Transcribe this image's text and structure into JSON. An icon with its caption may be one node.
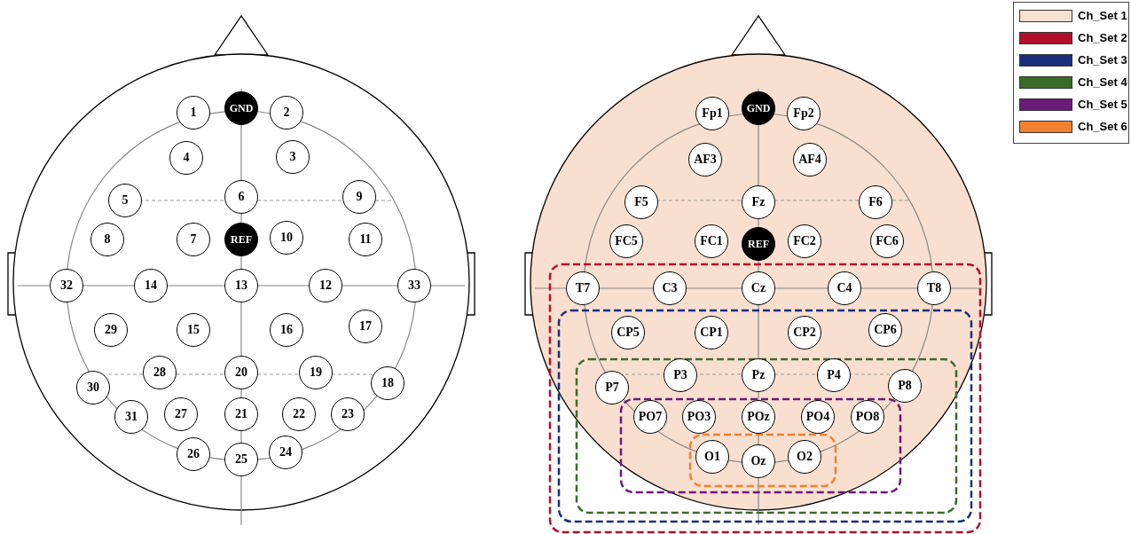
{
  "diagram": {
    "nodes": [
      {
        "text": [
          "1"
        ]
      },
      {
        "text": [
          "GND"
        ]
      },
      {
        "text": [
          "2"
        ]
      },
      {
        "text": [
          "4"
        ]
      },
      {
        "text": [
          "3"
        ]
      },
      {
        "text": [
          "5"
        ]
      },
      {
        "text": [
          "6"
        ]
      },
      {
        "text": [
          "9"
        ]
      },
      {
        "text": [
          "8"
        ]
      },
      {
        "text": [
          "7"
        ]
      },
      {
        "text": [
          "REF"
        ]
      },
      {
        "text": [
          "10"
        ]
      },
      {
        "text": [
          "11"
        ]
      },
      {
        "text": [
          "32"
        ]
      },
      {
        "text": [
          "14"
        ]
      },
      {
        "text": [
          "13"
        ]
      },
      {
        "text": [
          "12"
        ]
      },
      {
        "text": [
          "33"
        ]
      },
      {
        "text": [
          "29"
        ]
      },
      {
        "text": [
          "15"
        ]
      },
      {
        "text": [
          "16"
        ]
      },
      {
        "text": [
          "17"
        ]
      },
      {
        "text": [
          "28"
        ]
      },
      {
        "text": [
          "20"
        ]
      },
      {
        "text": [
          "19"
        ]
      },
      {
        "text": [
          "30"
        ]
      },
      {
        "text": [
          "18"
        ]
      },
      {
        "text": [
          "31"
        ]
      },
      {
        "text": [
          "27"
        ]
      },
      {
        "text": [
          "21"
        ]
      },
      {
        "text": [
          "22"
        ]
      },
      {
        "text": [
          "23"
        ]
      },
      {
        "text": [
          "26"
        ]
      },
      {
        "text": [
          "25"
        ]
      },
      {
        "text": [
          "24"
        ]
      },
      {
        "text": [
          "Fp1"
        ]
      },
      {
        "text": [
          "GND"
        ]
      },
      {
        "text": [
          "Fp2"
        ]
      },
      {
        "text": [
          "AF3"
        ]
      },
      {
        "text": [
          "AF4"
        ]
      },
      {
        "text": [
          "F5"
        ]
      },
      {
        "text": [
          "Fz"
        ]
      },
      {
        "text": [
          "F6"
        ]
      },
      {
        "text": [
          "FC5"
        ]
      },
      {
        "text": [
          "FC1"
        ]
      },
      {
        "text": [
          "REF"
        ]
      },
      {
        "text": [
          "FC2"
        ]
      },
      {
        "text": [
          "FC6"
        ]
      },
      {
        "text": [
          "T7"
        ]
      },
      {
        "text": [
          "C3"
        ]
      },
      {
        "text": [
          "Cz"
        ]
      },
      {
        "text": [
          "C4"
        ]
      },
      {
        "text": [
          "T8"
        ]
      },
      {
        "text": [
          "CP5"
        ]
      },
      {
        "text": [
          "CP1"
        ]
      },
      {
        "text": [
          "CP2"
        ]
      },
      {
        "text": [
          "CP6"
        ]
      },
      {
        "text": [
          "P7"
        ]
      },
      {
        "text": [
          "P3"
        ]
      },
      {
        "text": [
          "Pz"
        ]
      },
      {
        "text": [
          "P4"
        ]
      },
      {
        "text": [
          "P8"
        ]
      },
      {
        "text": [
          "PO7"
        ]
      },
      {
        "text": [
          "PO3"
        ]
      },
      {
        "text": [
          "POz"
        ]
      },
      {
        "text": [
          "PO4"
        ]
      },
      {
        "text": [
          "PO8"
        ]
      },
      {
        "text": [
          "O1"
        ]
      },
      {
        "text": [
          "Oz"
        ]
      },
      {
        "text": [
          "O2"
        ]
      }
    ],
    "legend": [
      {
        "text": "Ch_Set 1",
        "color": "#f9dfcf"
      },
      {
        "text": "Ch_Set 2",
        "color": "#b0102a"
      },
      {
        "text": "Ch_Set 3",
        "color": "#1a2e7a"
      },
      {
        "text": "Ch_Set 4",
        "color": "#3a6b2a"
      },
      {
        "text": "Ch_Set 5",
        "color": "#6a1a7a"
      },
      {
        "text": "Ch_Set 6",
        "color": "#f08030"
      }
    ]
  }
}
